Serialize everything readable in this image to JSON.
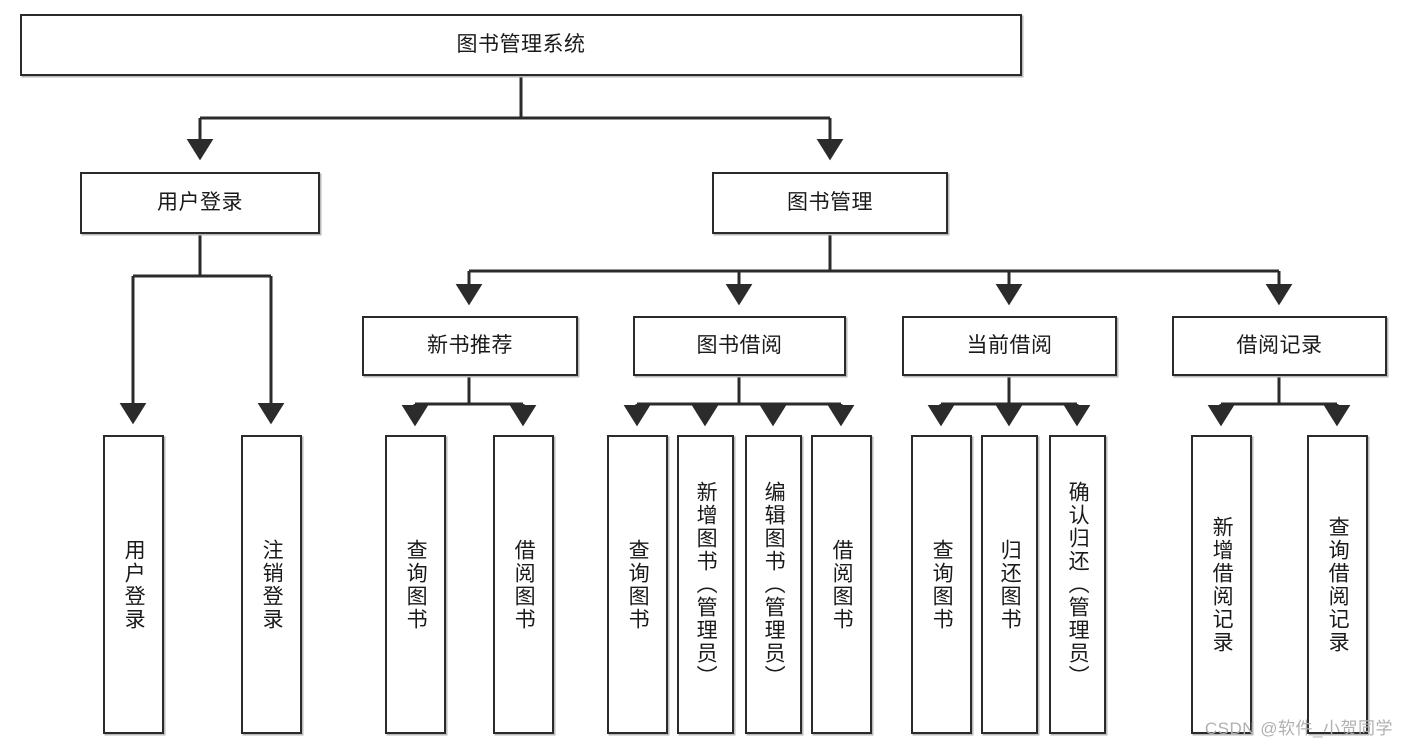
{
  "diagram": {
    "title_node": {
      "label": "图书管理系统"
    },
    "level1": [
      {
        "id": "user-login",
        "label": "用户登录"
      },
      {
        "id": "book-manage",
        "label": "图书管理"
      }
    ],
    "level2": [
      {
        "id": "new-book-recommend",
        "label": "新书推荐"
      },
      {
        "id": "book-borrow",
        "label": "图书借阅"
      },
      {
        "id": "current-borrow",
        "label": "当前借阅"
      },
      {
        "id": "borrow-record",
        "label": "借阅记录"
      }
    ],
    "leaves": [
      {
        "id": "leaf-user-login",
        "label": "用户登录",
        "parent": "user-login"
      },
      {
        "id": "leaf-logout-login",
        "label": "注销登录",
        "parent": "user-login"
      },
      {
        "id": "leaf-query-book-1",
        "label": "查询图书",
        "parent": "new-book-recommend"
      },
      {
        "id": "leaf-borrow-book-1",
        "label": "借阅图书",
        "parent": "new-book-recommend"
      },
      {
        "id": "leaf-query-book-2",
        "label": "查询图书",
        "parent": "book-borrow"
      },
      {
        "id": "leaf-add-book",
        "label": "新增图书（管理员）",
        "parent": "book-borrow"
      },
      {
        "id": "leaf-edit-book",
        "label": "编辑图书（管理员）",
        "parent": "book-borrow"
      },
      {
        "id": "leaf-borrow-book-2",
        "label": "借阅图书",
        "parent": "book-borrow"
      },
      {
        "id": "leaf-query-book-3",
        "label": "查询图书",
        "parent": "current-borrow"
      },
      {
        "id": "leaf-return-book",
        "label": "归还图书",
        "parent": "current-borrow"
      },
      {
        "id": "leaf-confirm-return",
        "label": "确认归还（管理员）",
        "parent": "current-borrow"
      },
      {
        "id": "leaf-add-record",
        "label": "新增借阅记录",
        "parent": "borrow-record"
      },
      {
        "id": "leaf-query-record",
        "label": "查询借阅记录",
        "parent": "borrow-record"
      }
    ],
    "watermark": "CSDN @软件_小贺同学",
    "colors": {
      "box_border": "#2b2b2b",
      "box_fill": "#ffffff",
      "edge": "#2b2b2b",
      "text": "#1a1a1a",
      "watermark": "#b0b0b0"
    }
  }
}
